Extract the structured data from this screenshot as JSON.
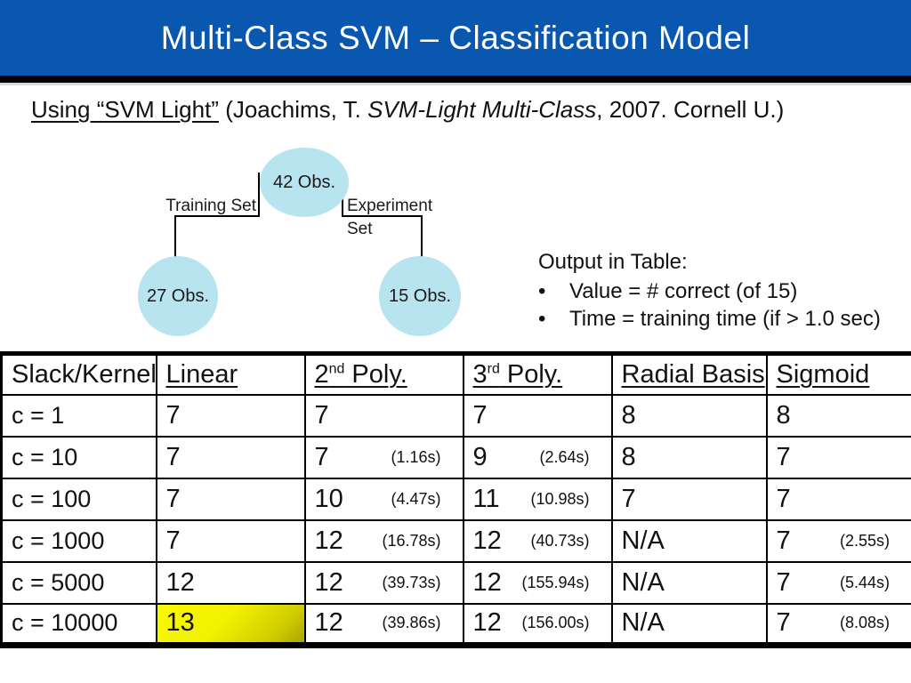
{
  "title_bar": {
    "title": "Multi-Class SVM – Classification Model",
    "bg_color": "#0a57b0",
    "text_color": "#ffffff"
  },
  "citation": {
    "underlined": "Using “SVM Light”",
    "middle": " (Joachims, T. ",
    "italic": "SVM-Light Multi-Class",
    "tail": ", 2007. Cornell U.)"
  },
  "diagram": {
    "root_node": "42 Obs.",
    "left_branch_label": "Training Set",
    "right_branch_label_line1": "Experiment",
    "right_branch_label_line2": "Set",
    "left_leaf": "27 Obs.",
    "right_leaf": "15 Obs.",
    "circle_color": "#b7e4ef"
  },
  "note": {
    "heading": "Output in Table:",
    "bullet_char": "•",
    "bullets": [
      "Value = # correct (of 15)",
      "Time = training time (if > 1.0 sec)"
    ]
  },
  "table": {
    "highlight_color_start": "#f9f900",
    "highlight_color_end": "#a8a600",
    "headers": [
      {
        "pre": "Slack/Kernel",
        "sup": "",
        "post": "",
        "underline": false
      },
      {
        "pre": "Linear",
        "sup": "",
        "post": "",
        "underline": true
      },
      {
        "pre": "2",
        "sup": "nd",
        "post": " Poly.",
        "underline": true
      },
      {
        "pre": "3",
        "sup": "rd",
        "post": " Poly.",
        "underline": true
      },
      {
        "pre": "Radial Basis",
        "sup": "",
        "post": "",
        "underline": true
      },
      {
        "pre": "Sigmoid",
        "sup": "",
        "post": "",
        "underline": true
      }
    ],
    "rows": [
      {
        "label": "c = 1",
        "cells": [
          {
            "v": "7"
          },
          {
            "v": "7"
          },
          {
            "v": "7"
          },
          {
            "v": "8"
          },
          {
            "v": "8"
          }
        ]
      },
      {
        "label": "c = 10",
        "cells": [
          {
            "v": "7"
          },
          {
            "v": "7",
            "t": "(1.16s)"
          },
          {
            "v": "9",
            "t": "(2.64s)"
          },
          {
            "v": "8"
          },
          {
            "v": "7"
          }
        ]
      },
      {
        "label": "c = 100",
        "cells": [
          {
            "v": "7"
          },
          {
            "v": "10",
            "t": "(4.47s)"
          },
          {
            "v": "11",
            "t": "(10.98s)"
          },
          {
            "v": "7"
          },
          {
            "v": "7"
          }
        ]
      },
      {
        "label": "c = 1000",
        "cells": [
          {
            "v": "7"
          },
          {
            "v": "12",
            "t": "(16.78s)"
          },
          {
            "v": "12",
            "t": "(40.73s)"
          },
          {
            "v": "N/A"
          },
          {
            "v": "7",
            "t": "(2.55s)"
          }
        ]
      },
      {
        "label": "c = 5000",
        "cells": [
          {
            "v": "12"
          },
          {
            "v": "12",
            "t": "(39.73s)"
          },
          {
            "v": "12",
            "t": "(155.94s)"
          },
          {
            "v": "N/A"
          },
          {
            "v": "7",
            "t": "(5.44s)"
          }
        ]
      },
      {
        "label": "c = 10000",
        "cells": [
          {
            "v": "13",
            "highlight": true
          },
          {
            "v": "12",
            "t": "(39.86s)"
          },
          {
            "v": "12",
            "t": "(156.00s)"
          },
          {
            "v": "N/A"
          },
          {
            "v": "7",
            "t": "(8.08s)"
          }
        ]
      }
    ]
  }
}
